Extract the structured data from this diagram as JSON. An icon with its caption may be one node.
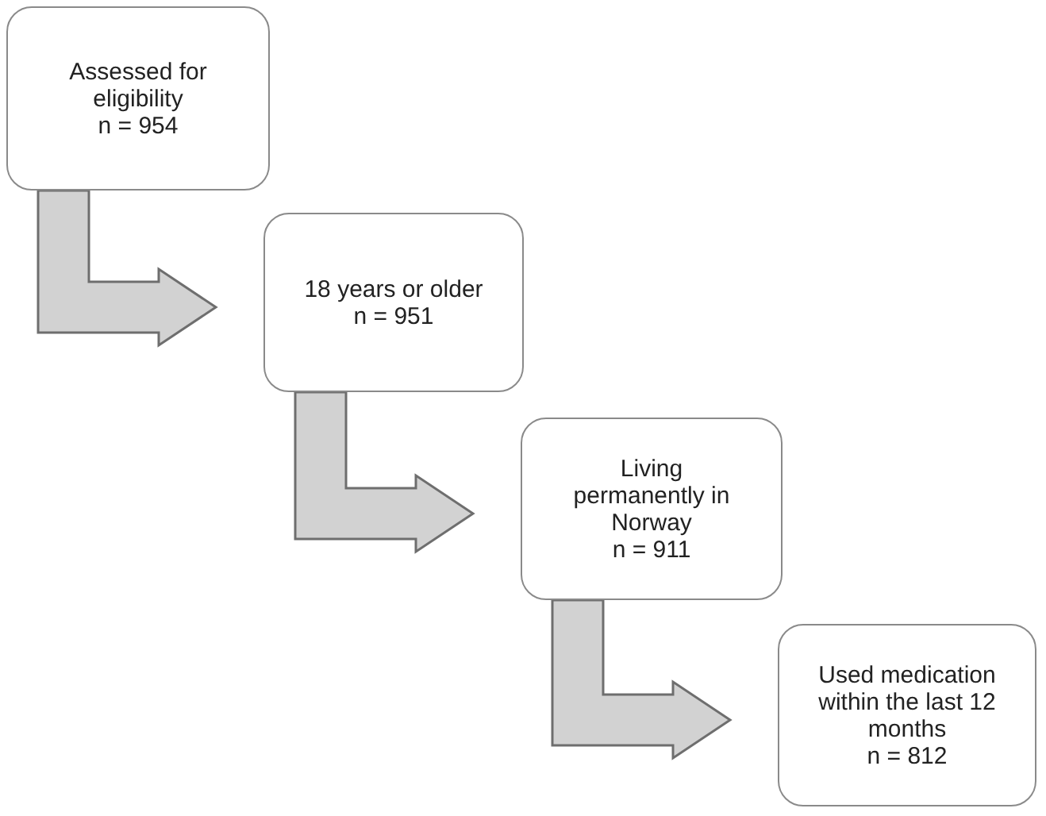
{
  "diagram": {
    "nodes": [
      {
        "text": [
          "Assessed for eligibility",
          "n = 954"
        ]
      },
      {
        "text": [
          "18 years or older",
          "n = 951"
        ]
      },
      {
        "text": [
          "Living permanently in Norway",
          "n = 911"
        ]
      },
      {
        "text": [
          "Used medication within the last 12 months",
          "n = 812"
        ]
      }
    ],
    "edges": [
      {
        "from": 0,
        "to": 1,
        "arrow": "to"
      },
      {
        "from": 1,
        "to": 2,
        "arrow": "to"
      },
      {
        "from": 2,
        "to": 3,
        "arrow": "to"
      }
    ]
  }
}
